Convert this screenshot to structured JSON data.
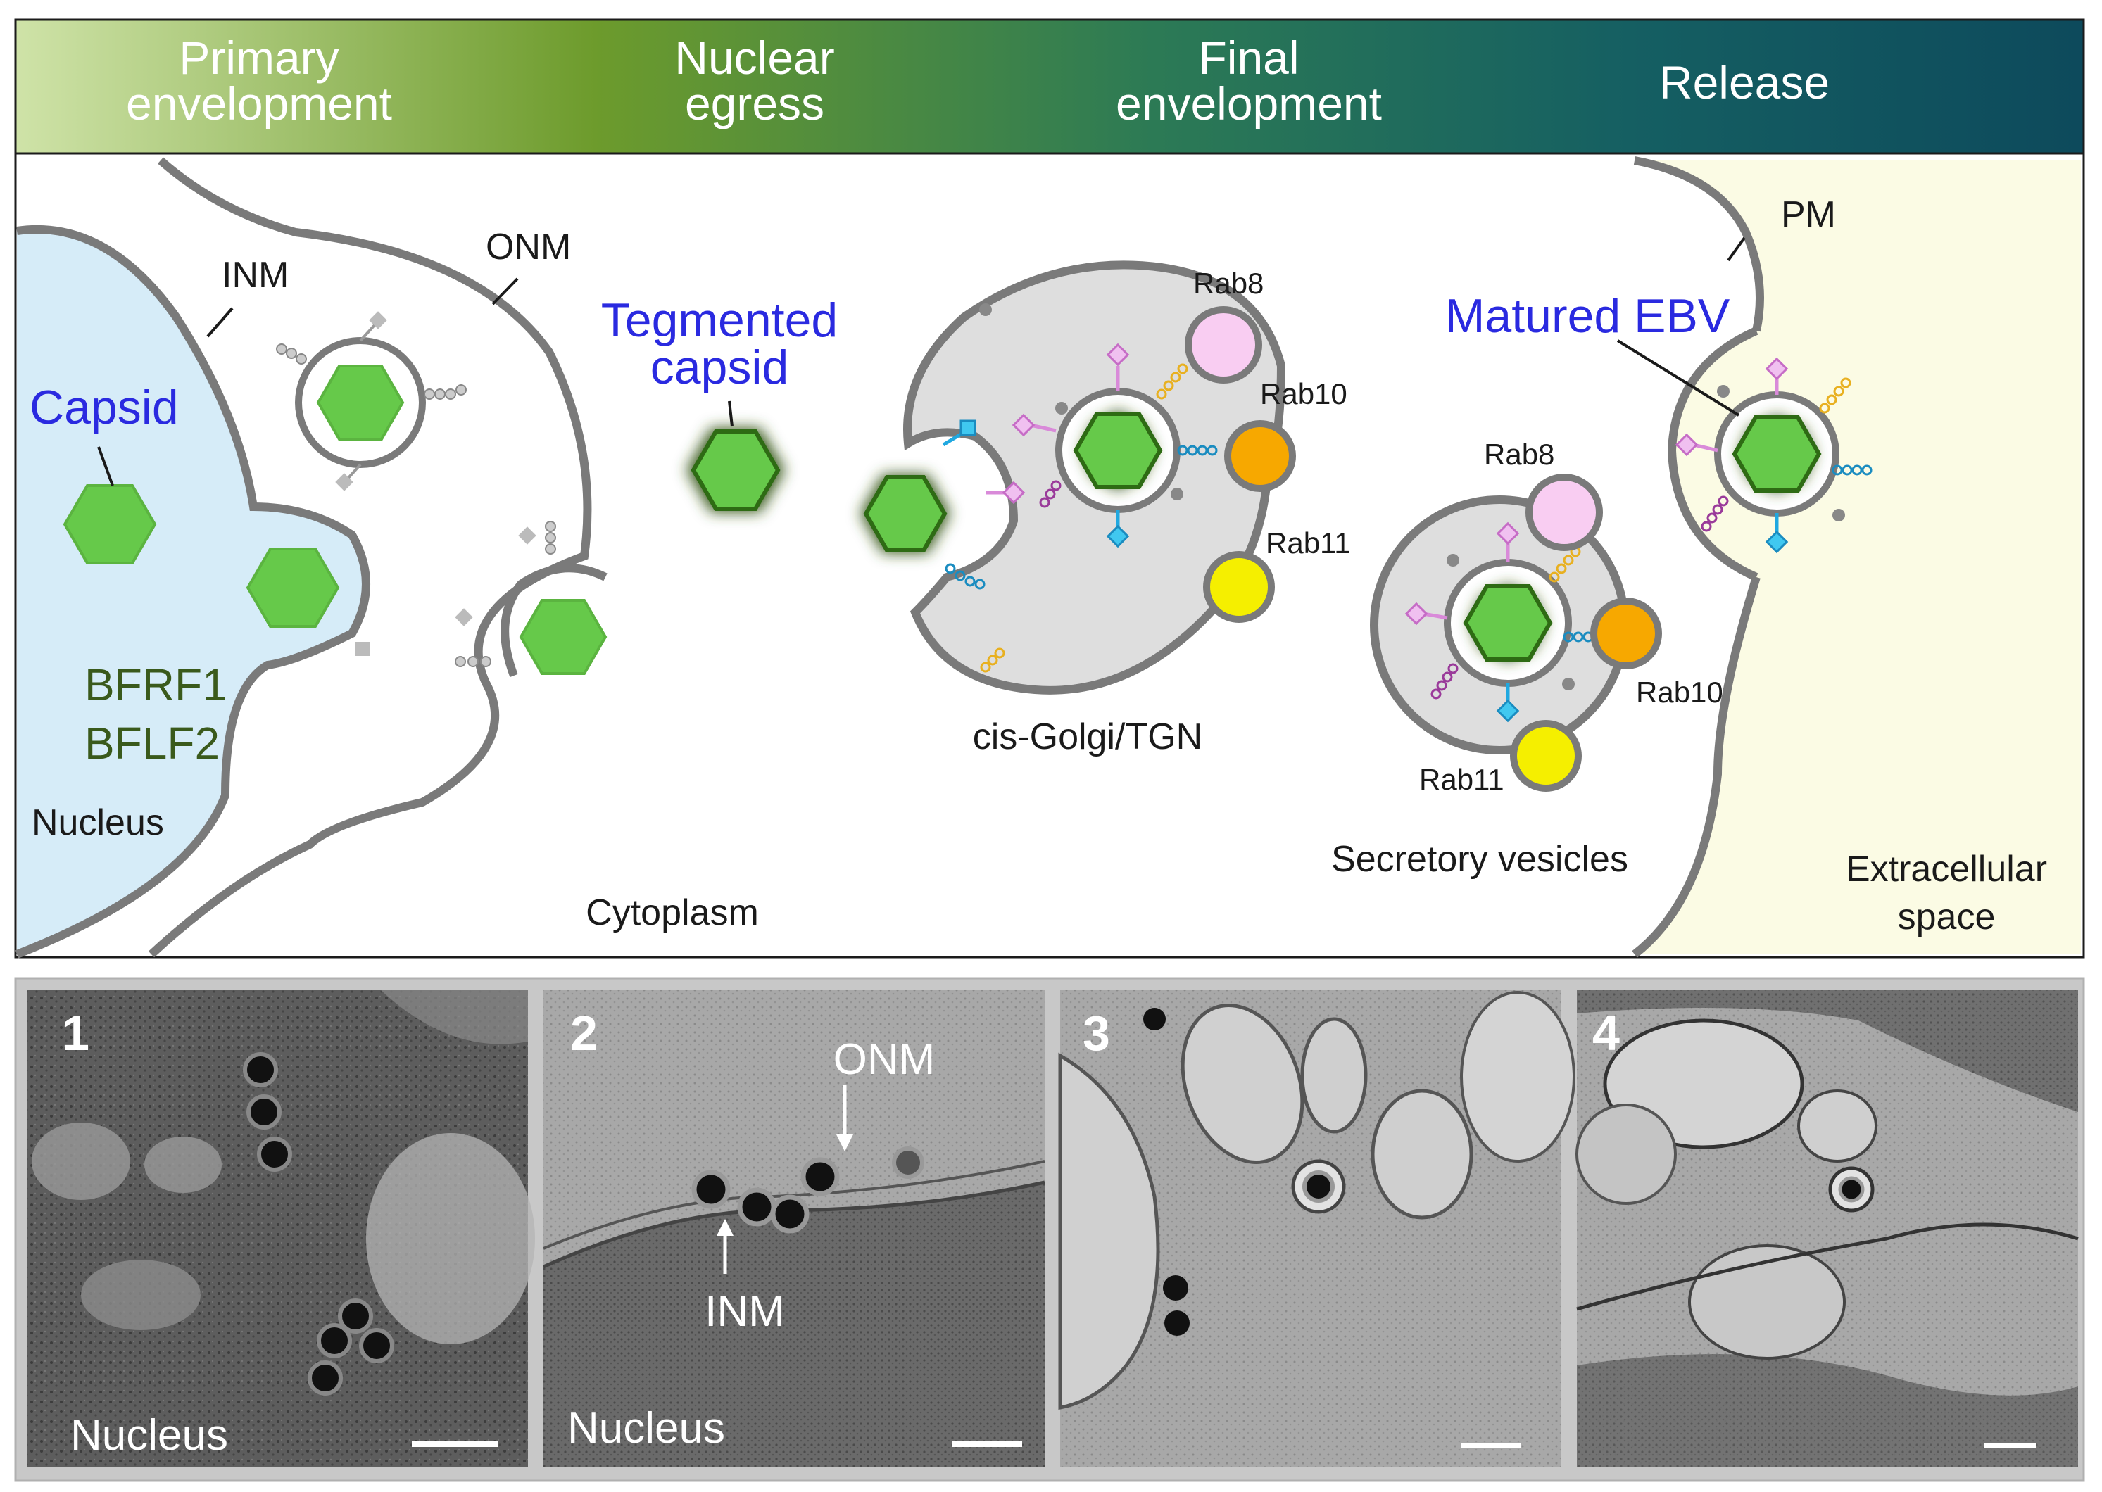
{
  "stages": [
    {
      "line1": "Primary",
      "line2": "envelopment"
    },
    {
      "line1": "Nuclear",
      "line2": "egress"
    },
    {
      "line1": "Final",
      "line2": "envelopment"
    },
    {
      "line1": "Release",
      "line2": ""
    }
  ],
  "labels": {
    "inm": "INM",
    "onm": "ONM",
    "capsid": "Capsid",
    "bfrf1": "BFRF1",
    "bflf2": "BFLF2",
    "nucleus": "Nucleus",
    "tegmented_line1": "Tegmented",
    "tegmented_line2": "capsid",
    "cytoplasm": "Cytoplasm",
    "golgi": "cis-Golgi/TGN",
    "rab8_golgi": "Rab8",
    "rab10_golgi": "Rab10",
    "rab11_golgi": "Rab11",
    "rab8_vesicle": "Rab8",
    "rab10_vesicle": "Rab10",
    "rab11_vesicle": "Rab11",
    "secretory_vesicles": "Secretory vesicles",
    "pm": "PM",
    "matured_ebv": "Matured EBV",
    "extracellular_line1": "Extracellular",
    "extracellular_line2": "space"
  },
  "em_panels": [
    {
      "number": "1",
      "label": "Nucleus",
      "annotations": []
    },
    {
      "number": "2",
      "label": "Nucleus",
      "annotations": [
        "ONM",
        "INM"
      ]
    },
    {
      "number": "3",
      "label": "",
      "annotations": []
    },
    {
      "number": "4",
      "label": "",
      "annotations": []
    }
  ],
  "colors": {
    "nucleus_fill": "#d6ecf8",
    "extracellular_fill": "#fbfbe4",
    "capsid_fill": "#66c94a",
    "capsid_stroke": "#2e6b14",
    "compartment_fill": "#dedede",
    "membrane": "#7a7a7a",
    "rab8": "#f9cdf2",
    "rab10": "#f7a800",
    "rab11": "#f5ef00",
    "header_start": "#c9dea2",
    "header_mid": "#6a9a2e",
    "header_end": "#0f4d5e"
  }
}
